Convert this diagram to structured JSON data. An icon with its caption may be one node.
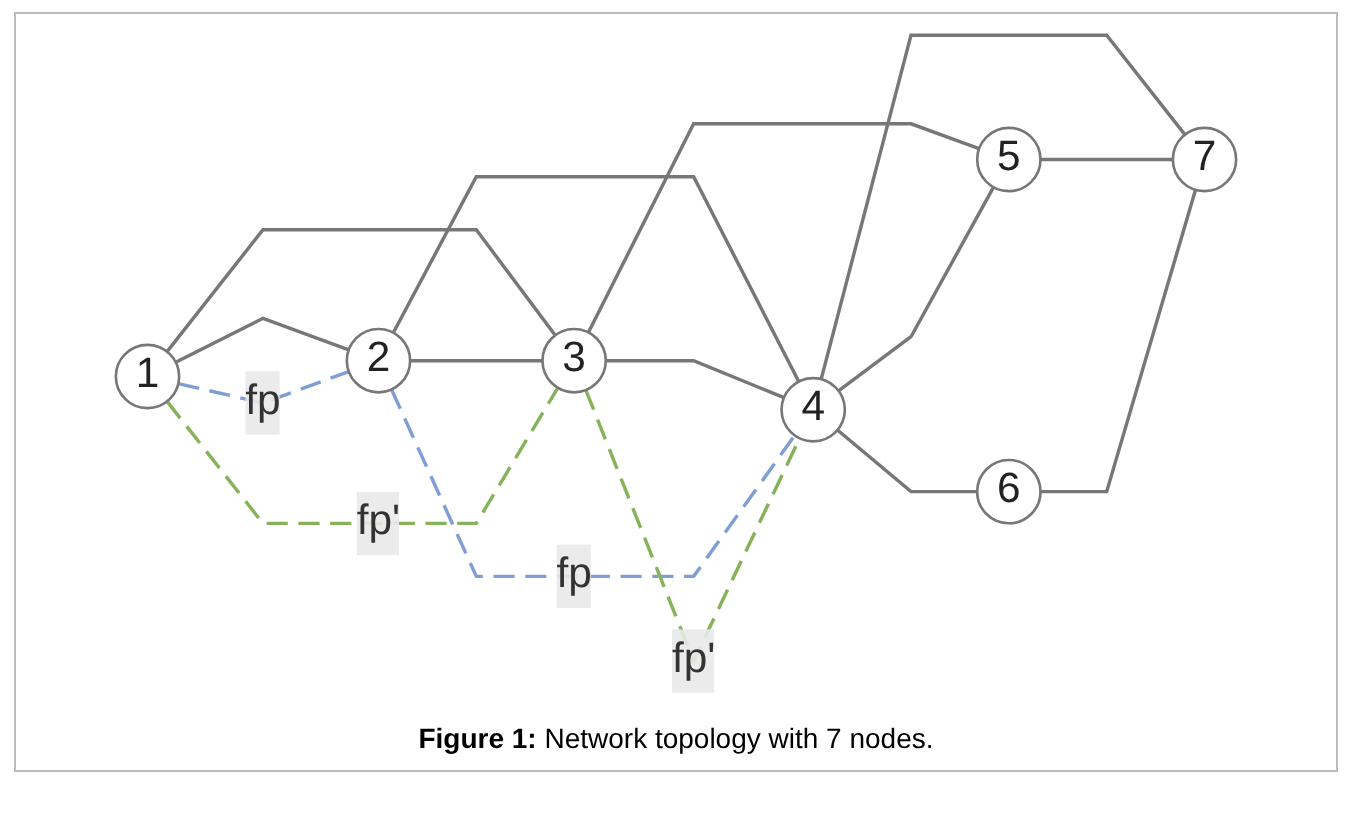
{
  "diagram": {
    "caption": "**Figure 1:** Network topology with 7 nodes.",
    "nodes": [
      {
        "text": [
          "1"
        ]
      },
      {
        "text": [
          "2"
        ]
      },
      {
        "text": [
          "3"
        ]
      },
      {
        "text": [
          "4"
        ]
      },
      {
        "text": [
          "5"
        ]
      },
      {
        "text": [
          "6"
        ]
      },
      {
        "text": [
          "7"
        ]
      }
    ],
    "edges": [
      {
        "from": 0,
        "to": 1,
        "arrow": "none"
      },
      {
        "from": 0,
        "to": 2,
        "arrow": "none"
      },
      {
        "from": 1,
        "to": 2,
        "arrow": "none"
      },
      {
        "from": 1,
        "to": 3,
        "arrow": "none"
      },
      {
        "from": 2,
        "to": 3,
        "arrow": "none"
      },
      {
        "from": 2,
        "to": 4,
        "arrow": "none"
      },
      {
        "from": 3,
        "to": 4,
        "arrow": "none"
      },
      {
        "from": 3,
        "to": 5,
        "arrow": "none"
      },
      {
        "from": 3,
        "to": 6,
        "arrow": "none"
      },
      {
        "from": 4,
        "to": 6,
        "arrow": "none"
      },
      {
        "from": 5,
        "to": 6,
        "arrow": "none"
      },
      {
        "from": 0,
        "to": 1,
        "arrow": "none",
        "label": "fp",
        "style": "dashed",
        "color": "#7f9fd4"
      },
      {
        "from": 1,
        "to": 3,
        "arrow": "none",
        "label": "fp",
        "style": "dashed",
        "color": "#7f9fd4"
      },
      {
        "from": 0,
        "to": 2,
        "arrow": "none",
        "label": "fp'",
        "style": "dashed",
        "color": "#86b35a"
      },
      {
        "from": 2,
        "to": 3,
        "arrow": "none",
        "label": "fp'",
        "style": "dashed",
        "color": "#86b35a"
      }
    ]
  }
}
